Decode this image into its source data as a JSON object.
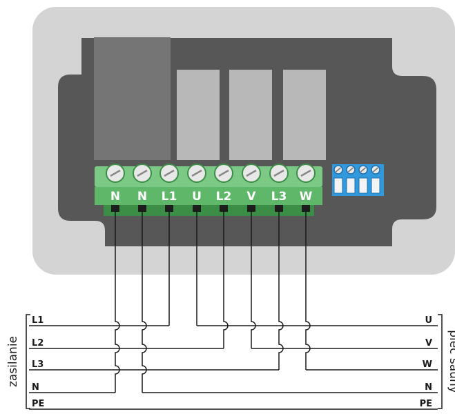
{
  "terminals": {
    "main": [
      "N",
      "N",
      "L1",
      "U",
      "L2",
      "V",
      "L3",
      "W"
    ],
    "aux_count": 4
  },
  "left_lines": [
    "L1",
    "L2",
    "L3",
    "N",
    "PE"
  ],
  "right_lines": [
    "U",
    "V",
    "W",
    "N",
    "PE"
  ],
  "labels": {
    "left_group": "zasilanie",
    "right_group": "piec sauny"
  },
  "colors": {
    "enclosure": "#d4d4d4",
    "inner_panel": "#575757",
    "relay_dark": "#757575",
    "relay_light": "#b8b8b8",
    "terminal_green": "#5fb86a",
    "terminal_green_dark": "#3c8d46",
    "aux_terminal": "#3399dd",
    "wire": "#1a1a1a"
  }
}
